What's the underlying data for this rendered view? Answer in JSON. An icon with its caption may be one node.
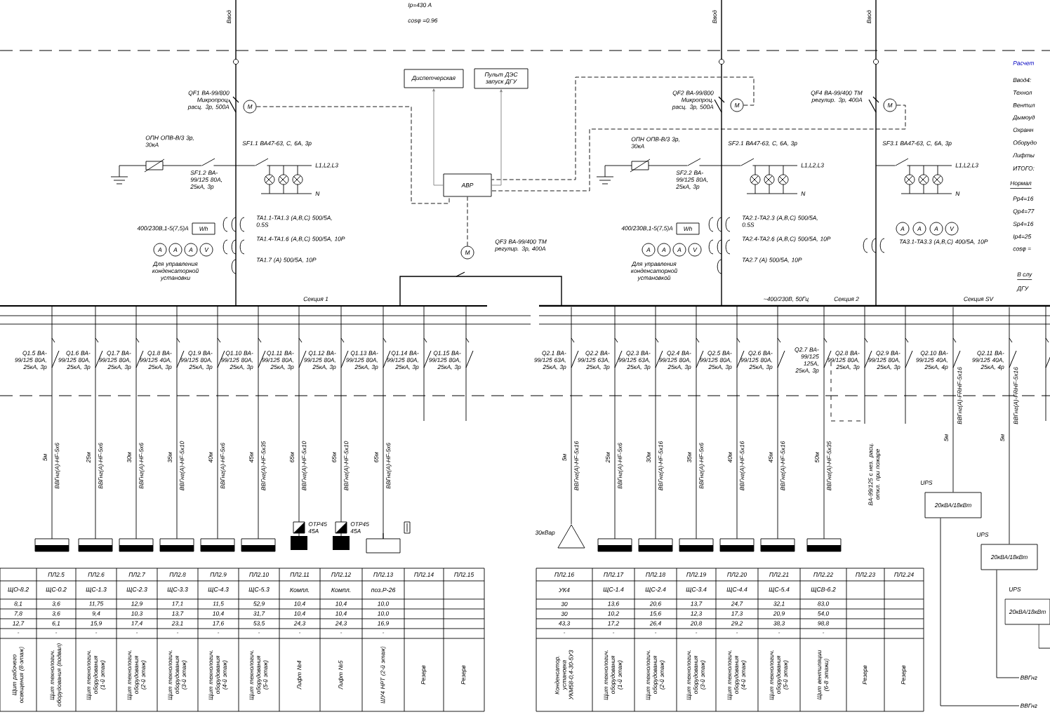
{
  "diagram": {
    "nodes": [
      {
        "text": [
          "Диспетчерская"
        ]
      },
      {
        "text": [
          "Пульт ДЭС запуск ДГУ"
        ]
      },
      {
        "text": [
          "АВР"
        ]
      },
      {
        "text": [
          "М"
        ]
      },
      {
        "text": [
          "М"
        ]
      },
      {
        "text": [
          "М"
        ]
      },
      {
        "text": [
          "М"
        ]
      },
      {
        "text": [
          "Wh"
        ]
      },
      {
        "text": [
          "Wh"
        ]
      },
      {
        "text": [
          "A"
        ]
      },
      {
        "text": [
          "A"
        ]
      },
      {
        "text": [
          "A"
        ]
      },
      {
        "text": [
          "V"
        ]
      },
      {
        "text": [
          "A"
        ]
      },
      {
        "text": [
          "A"
        ]
      },
      {
        "text": [
          "A"
        ]
      },
      {
        "text": [
          "V"
        ]
      },
      {
        "text": [
          "A"
        ]
      },
      {
        "text": [
          "A"
        ]
      },
      {
        "text": [
          "A"
        ]
      },
      {
        "text": [
          "V"
        ]
      },
      {
        "text": [
          "20кВА/18кВт"
        ]
      },
      {
        "text": [
          "20кВА/18кВт"
        ]
      },
      {
        "text": [
          "20кВА/18кВт"
        ]
      },
      {
        "text": [],
        "shape": "bar"
      },
      {
        "text": [
          "ВВГнг"
        ]
      },
      {
        "text": [
          "ВВГнг"
        ]
      },
      {
        "text": [],
        "shape": "triangle"
      }
    ],
    "edges": [
      {
        "from": 2,
        "to": 0,
        "arrow": "to",
        "color": "#808080"
      },
      {
        "from": 2,
        "to": 1,
        "arrow": "to",
        "color": "#808080"
      },
      {
        "from": 3,
        "to": 2,
        "arrow": "none",
        "style": "dashed"
      },
      {
        "from": 4,
        "to": 2,
        "arrow": "none",
        "style": "dashed"
      },
      {
        "from": 5,
        "to": 2,
        "arrow": "none",
        "style": "dashed"
      },
      {
        "from": 6,
        "to": 2,
        "arrow": "none",
        "style": "dashed"
      },
      {
        "from": 24,
        "to": 21,
        "arrow": "none"
      },
      {
        "from": 24,
        "to": 22,
        "arrow": "none"
      },
      {
        "from": 21,
        "to": 25,
        "arrow": "none"
      },
      {
        "from": 22,
        "to": 26,
        "arrow": "none"
      },
      {
        "from": 24,
        "to": 27,
        "arrow": "none"
      }
    ],
    "labels": [
      "Ввод",
      "Ввод",
      "Ввод",
      "Iр=430 А",
      "cosφ =0.96",
      "QF1 ВА-99/800 Микропроц. расц. 3р, 500А",
      "ОПН ОПВ-В/3 3р, 30кА",
      "SF1.2 ВА-99/125 80А, 25кА, 3р",
      "SF1.1 ВА47-63, С, 6А, 3р",
      "L1,L2,L3",
      "N",
      "400/230В,1-5(7,5)А",
      "TA1.1-TA1.3 (A,B,C) 500/5A, 0.5S",
      "TA1.4-TA1.6 (A,B,C) 500/5A, 10P",
      "TA1.7 (A) 500/5A, 10P",
      "Для управления конденсаторной установки",
      "QF3 ВА-99/400 ТМ регулир. 3р, 400А",
      "Секция 1",
      "QF2 ВА-99/800 Микропроц. расц. 3р, 500А",
      "ОПН ОПВ-В/3 3р, 30кА",
      "SF2.2 ВА-99/125 80А, 25кА, 3р",
      "SF2.1 ВА47-63, С, 6А, 3р",
      "L1,L2,L3",
      "N",
      "400/230В,1-5(7,5)А",
      "TA2.1-TA2.3 (A,B,C) 500/5A, 0.5S",
      "TA2.4-TA2.6 (A,B,C) 500/5A, 10P",
      "TA2.7 (A) 500/5A, 10P",
      "Для управления конденсаторной установкой",
      "QF4 ВА-99/400 ТМ регулир. 3р, 400А",
      "SF3.1 ВА47-63, С, 6А, 3р",
      "L1,L2,L3",
      "N",
      "TA3.1-TA3.3 (A,B,C) 400/5A, 10P",
      "~400/230В, 50Гц",
      "Секция 2",
      "Секция SV",
      "Расчет",
      "Ввод4:",
      "Технол",
      "Вентил",
      "Дымоуд",
      "Охранн",
      "Оборудо",
      "Лифты",
      "ИТОГО:",
      "Нормал",
      "Рр4=16",
      "Qр4=77",
      "Sр4=16",
      "Iр4=25",
      "cosφ =",
      "В слу",
      "ДГУ",
      "Q1.5 ВА-99/125 80А, 25кА, 3р",
      "Q1.6 ВА-99/125 80А, 25кА, 3р",
      "Q1.7 ВА-99/125 80А, 25кА, 3р",
      "Q1.8 ВА-99/125 40А, 25кА, 3р",
      "Q1.9 ВА-99/125 80А, 25кА, 3р",
      "Q1.10 ВА-99/125 80А, 25кА, 3р",
      "Q1.11 ВА-99/125 80А, 25кА, 3р",
      "Q1.12 ВА-99/125 80А, 25кА, 3р",
      "Q1.13 ВА-99/125 80А, 25кА, 3р",
      "Q1.14 ВА-99/125 80А, 25кА, 3р",
      "Q1.15 ВА-99/125 80А, 25кА, 3р",
      "Q2.1 ВА-99/125 63А, 25кА, 3р",
      "Q2.2 ВА-99/125 63А, 25кА, 3р",
      "Q2.3 ВА-99/125 63А, 25кА, 3р",
      "Q2.4 ВА-99/125 80А, 25кА, 3р",
      "Q2.5 ВА-99/125 80А, 25кА, 3р",
      "Q2.6 ВА-99/125 80А, 25кА, 3р",
      "Q2.7 ВА-99/125 125А, 25кА, 3р",
      "Q2.8 ВА-99/125 80А, 25кА, 3р",
      "Q2.9 ВА-99/125 80А, 25кА, 3р",
      "Q2.10 ВА-99/125 40А, 25кА, 4р",
      "Q2.11 ВА-99/125 40А, 25кА, 4р",
      "5м",
      "ВВГнг(А)-HF-5х6",
      "25м",
      "ВВГнг(А)-HF-5х6",
      "30м",
      "ВВГнг(А)-HF-5х6",
      "35м",
      "ВВГнг(А)-HF-5х10",
      "40м",
      "ВВГнг(А)-HF-5х6",
      "45м",
      "ВВГнг(А)-HF-5х35",
      "65м",
      "ВВГнг(А)-HF-5х10",
      "65м",
      "ВВГнг(А)-HF-5х10",
      "65м",
      "ВВГнг(А)-HF-5х6",
      "5м",
      "ВВГнг(А)-HF-5х16",
      "25м",
      "ВВГнг(А)-HF-5х6",
      "30м",
      "ВВГнг(А)-HF-5х16",
      "35м",
      "ВВГнг(А)-HF-5х6",
      "40м",
      "ВВГнг(А)-HF-5х16",
      "45м",
      "ВВГнг(А)-HF-5х16",
      "50м",
      "ВВГнг(А)-HF-5х35",
      "ВА-99/125 с нез. расц. откл. при пожаре",
      "5м",
      "ВВГнг(А)-FRHF-5х16",
      "5м",
      "ВВГнг(А)-FRHF-5х16",
      "ОТР45 45А",
      "ОТР45 45А",
      "30кВар",
      "UPS",
      "UPS",
      "UPS",
      "ПЛ2.5",
      "ПЛ2.6",
      "ПЛ2.7",
      "ПЛ2.8",
      "ПЛ2.9",
      "ПЛ2.10",
      "ПЛ2.11",
      "ПЛ2.12",
      "ПЛ2.13",
      "ПЛ2.14",
      "ПЛ2.15",
      "ЩО-8.2",
      "ЩС-0.2",
      "ЩС-1.3",
      "ЩС-2.3",
      "ЩС-3.3",
      "ЩС-4.3",
      "ЩС-5.3",
      "Компл.",
      "Компл.",
      "поз.Р-26",
      "8,1",
      "3,6",
      "11,75",
      "12,9",
      "17,1",
      "11,5",
      "52,9",
      "10,4",
      "10,4",
      "10,0",
      "7,8",
      "3,6",
      "9,4",
      "10,3",
      "13,7",
      "10,4",
      "31,7",
      "10,4",
      "10,4",
      "10,0",
      "12,7",
      "6,1",
      "15,9",
      "17,4",
      "23,1",
      "17,6",
      "53,5",
      "24,3",
      "24,3",
      "16,9",
      "-",
      "-",
      "-",
      "-",
      "-",
      "-",
      "-",
      "-",
      "-",
      "-",
      "Щит рабочего освещения (8-этаж)",
      "Щит технологич. оборудования (подвал)",
      "Щит технологич. оборудования (1-й этаж)",
      "Щит технологич. оборудования (2-й этаж)",
      "Щит технологич. оборудования (3-й этаж)",
      "Щит технологич. оборудования (4-й этаж)",
      "Щит технологич. оборудования (5-й этаж)",
      "Лифт №4",
      "Лифт №5",
      "ШУ4 НРТ (2-й этаж)",
      "Резерв",
      "Резерв",
      "ПЛ2.16",
      "ПЛ2.17",
      "ПЛ2.18",
      "ПЛ2.19",
      "ПЛ2.20",
      "ПЛ2.21",
      "ПЛ2.22",
      "ПЛ2.23",
      "ПЛ2.24",
      "УК4",
      "ЩС-1.4",
      "ЩС-2.4",
      "ЩС-3.4",
      "ЩС-4.4",
      "ЩС-5.4",
      "ЩСВ-6.2",
      "30",
      "13,6",
      "20,6",
      "13,7",
      "24,7",
      "32,1",
      "83,0",
      "30",
      "10,2",
      "15,6",
      "12,3",
      "17,3",
      "20,9",
      "54,0",
      "43,3",
      "17,2",
      "26,4",
      "20,8",
      "29,2",
      "38,3",
      "98,8",
      "-",
      "-",
      "-",
      "-",
      "-",
      "-",
      "-",
      "Конденсатор. установка УКМ58-0,4-30-5У3",
      "Щит технологич. оборудования (1-й этаж)",
      "Щит технологич. оборудования (2-й этаж)",
      "Щит технологич. оборудования (3-й этаж)",
      "Щит технологич. оборудования (4-й этаж)",
      "Щит технологич. оборудования (5-й этаж)",
      "Щит вентиляции (6-8 этажи)",
      "Резерв",
      "Резерв"
    ]
  }
}
